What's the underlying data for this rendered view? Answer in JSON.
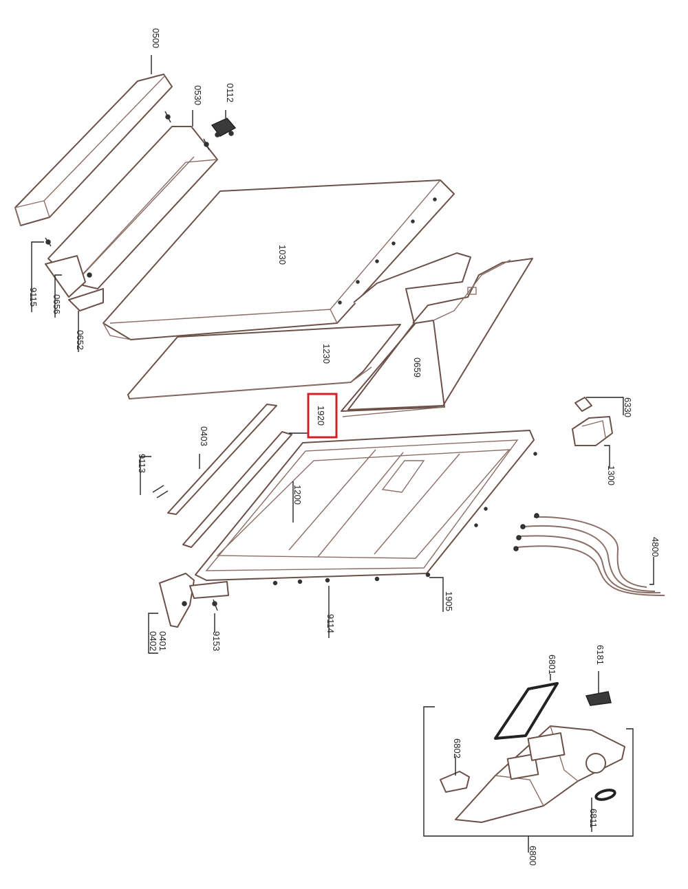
{
  "diagram": {
    "colors": {
      "outline": "#6b5048",
      "leader": "#222222",
      "highlight": "#d0202a"
    },
    "highlighted_label": "1920",
    "labels": {
      "p0500": "0500",
      "p0530": "0530",
      "p0112": "0112",
      "p1030": "1030",
      "p9115": "9115",
      "p0656": "0656",
      "p0652": "0652",
      "p1230": "1230",
      "p0659": "0659",
      "p1920": "1920",
      "p6330": "6330",
      "p0403": "0403",
      "p9113": "9113",
      "p1200": "1200",
      "p1300": "1300",
      "p4800": "4800",
      "p1905": "1905",
      "p9114": "9114",
      "p9153": "9153",
      "p0401": "0401",
      "p0402": "0402",
      "p6181": "6181",
      "p6801": "6801",
      "p6802": "6802",
      "p6811": "6811",
      "p6800": "6800"
    }
  }
}
